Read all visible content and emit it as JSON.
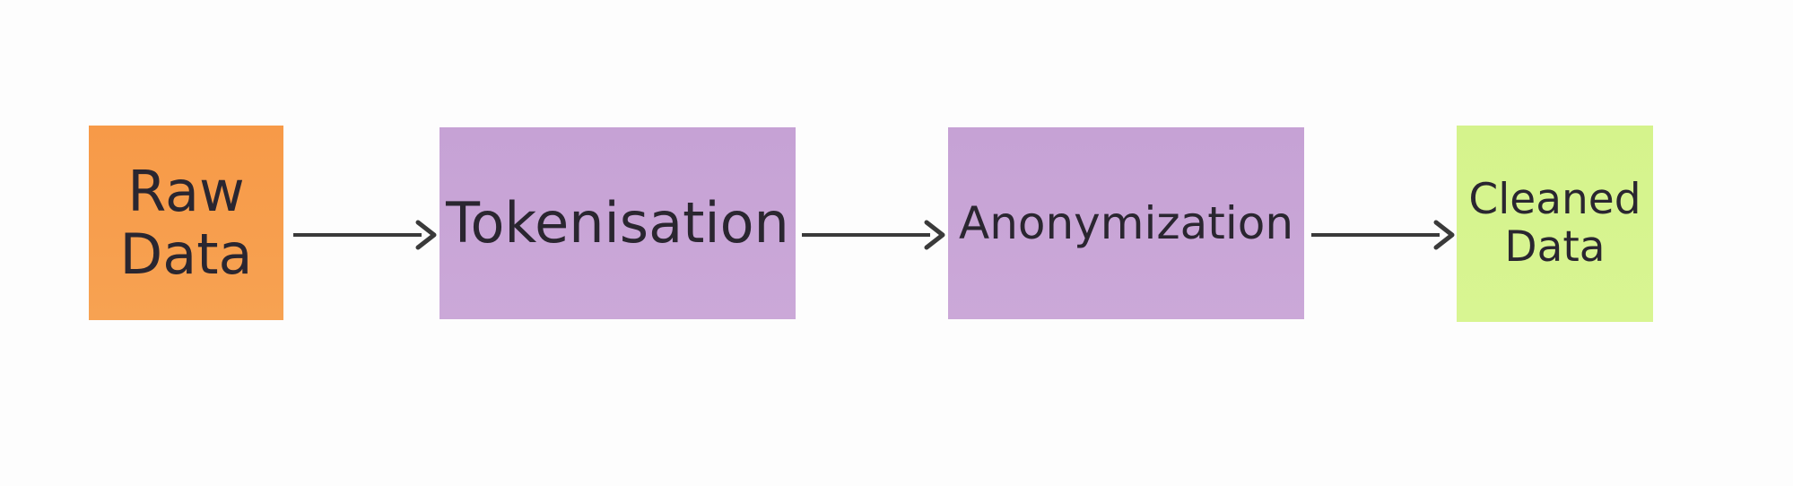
{
  "diagram": {
    "nodes": [
      {
        "id": "raw",
        "label": "Raw\nData",
        "color": "#f79a48"
      },
      {
        "id": "token",
        "label": "Tokenisation",
        "color": "#c6a2d5"
      },
      {
        "id": "anon",
        "label": "Anonymization",
        "color": "#c6a2d5"
      },
      {
        "id": "clean",
        "label": "Cleaned\nData",
        "color": "#d5f38c"
      }
    ],
    "edges": [
      {
        "from": "raw",
        "to": "token"
      },
      {
        "from": "token",
        "to": "anon"
      },
      {
        "from": "anon",
        "to": "clean"
      }
    ],
    "arrow_color": "#3a3a3a"
  }
}
